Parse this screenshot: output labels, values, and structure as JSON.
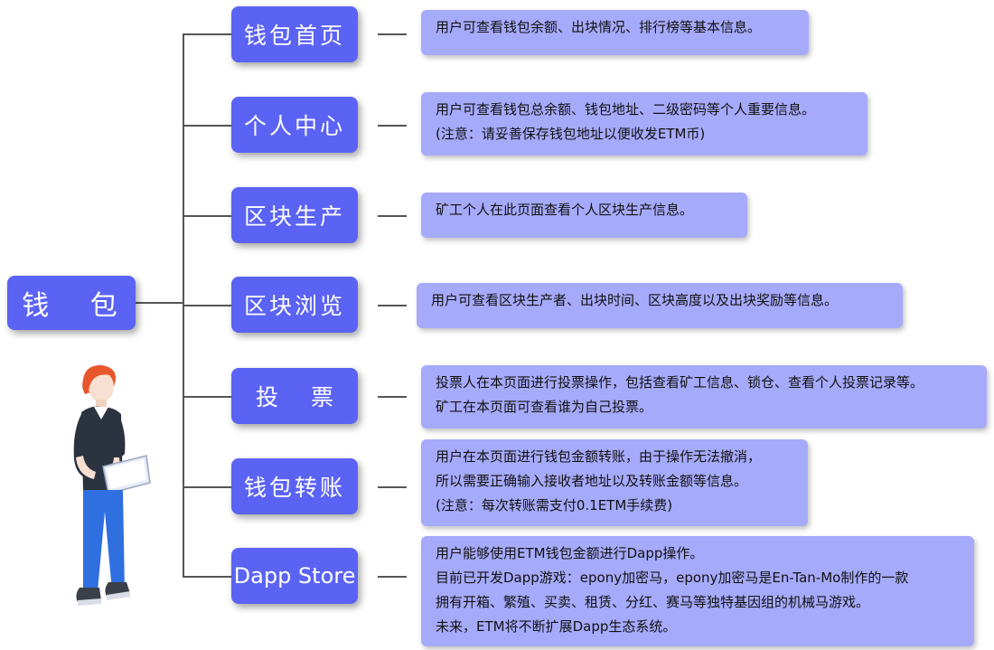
{
  "root": {
    "label": "钱 包"
  },
  "items": [
    {
      "label": "钱包首页",
      "lines": [
        "用户可查看钱包余额、出块情况、排行榜等基本信息。"
      ]
    },
    {
      "label": "个人中心",
      "lines": [
        "用户可查看钱包总余额、钱包地址、二级密码等个人重要信息。",
        "(注意：请妥善保存钱包地址以便收发ETM币)"
      ]
    },
    {
      "label": "区块生产",
      "lines": [
        "矿工个人在此页面查看个人区块生产信息。"
      ]
    },
    {
      "label": "区块浏览",
      "lines": [
        "用户可查看区块生产者、出块时间、区块高度以及出块奖励等信息。"
      ]
    },
    {
      "label": "投 票",
      "lines": [
        "投票人在本页面进行投票操作，包括查看矿工信息、锁仓、查看个人投票记录等。",
        "矿工在本页面可查看谁为自己投票。"
      ]
    },
    {
      "label": "钱包转账",
      "lines": [
        "用户在本页面进行钱包金额转账，由于操作无法撤消，",
        "所以需要正确输入接收者地址以及转账金额等信息。",
        "(注意：每次转账需支付0.1ETM手续费)"
      ]
    },
    {
      "label": "Dapp Store",
      "lines": [
        "用户能够使用ETM钱包金额进行Dapp操作。",
        "目前已开发Dapp游戏：epony加密马，epony加密马是En-Tan-Mo制作的一款",
        "拥有开箱、繁殖、买卖、租赁、分红、赛马等独特基因组的机械马游戏。",
        "未来，ETM将不断扩展Dapp生态系统。"
      ]
    }
  ],
  "colors": {
    "node": "#5b63f4",
    "desc": "#a6aafb",
    "line": "#555555"
  }
}
